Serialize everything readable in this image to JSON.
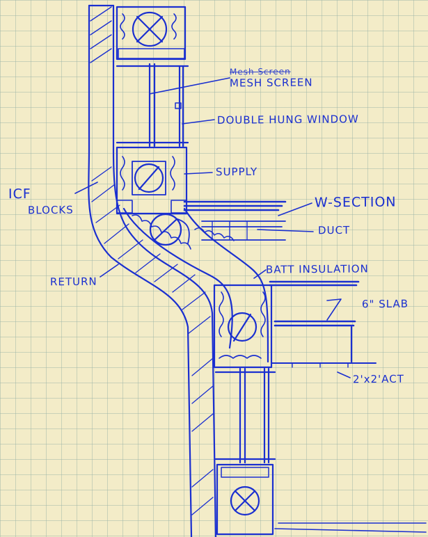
{
  "labels": {
    "struck_text": "Mesh Screen",
    "mesh_screen": "MESH SCREEN",
    "double_hung_window": "DOUBLE HUNG WINDOW",
    "supply": "SUPPLY",
    "icf_blocks_line1": "ICF",
    "icf_blocks_line2": "BLOCKS",
    "w_section": "W-SECTION",
    "duct": "DUCT",
    "batt_insulation": "BATT INSULATION",
    "return": "RETURN",
    "six_inch_slab": "6\" SLAB",
    "act": "2'x2'ACT"
  },
  "colors": {
    "ink": "#1a2fd0",
    "paper": "#f3ecc8",
    "grid": "#96afa5"
  }
}
